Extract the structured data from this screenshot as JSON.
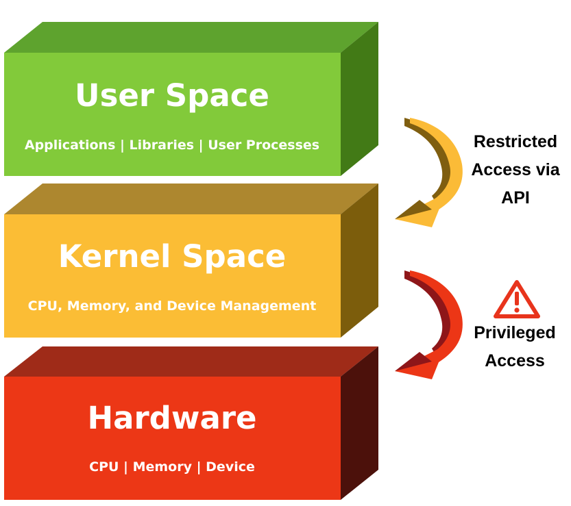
{
  "layers": {
    "user": {
      "title": "User Space",
      "subtitle": "Applications | Libraries | User Processes",
      "colors": {
        "front": "#82ca3a",
        "top": "#5ea32e",
        "side": "#427a16"
      }
    },
    "kernel": {
      "title": "Kernel Space",
      "subtitle": "CPU, Memory, and Device Management",
      "colors": {
        "front": "#fbbd35",
        "top": "#ad872f",
        "side": "#7c5d0c"
      }
    },
    "hardware": {
      "title": "Hardware",
      "subtitle": "CPU | Memory | Device",
      "colors": {
        "front": "#ec3716",
        "top": "#9f2b18",
        "side": "#4c110b"
      }
    }
  },
  "annotations": {
    "restricted": {
      "lines": [
        "Restricted",
        "Access via",
        "API"
      ],
      "arrow_icon": "curved-arrow-down-icon",
      "arrow_colors": {
        "light": "#fbbb37",
        "dark": "#7f5e10"
      }
    },
    "privileged": {
      "lines": [
        "Privileged",
        "Access"
      ],
      "arrow_icon": "curved-arrow-down-icon",
      "warning_icon": "warning-triangle-icon",
      "arrow_colors": {
        "light": "#ec3616",
        "dark": "#8e1619"
      },
      "warning_color": "#e8341c"
    }
  }
}
